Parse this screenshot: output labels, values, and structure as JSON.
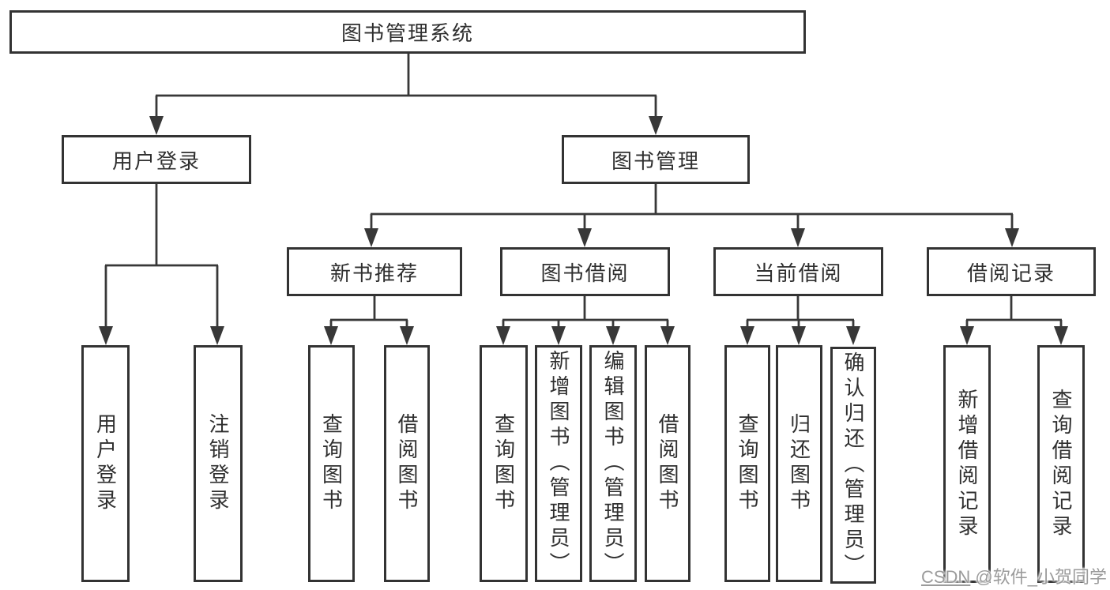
{
  "diagram": {
    "root": {
      "label": "图书管理系统"
    },
    "level2": [
      {
        "label": "用户登录"
      },
      {
        "label": "图书管理"
      }
    ],
    "level3": [
      {
        "label": "新书推荐"
      },
      {
        "label": "图书借阅"
      },
      {
        "label": "当前借阅"
      },
      {
        "label": "借阅记录"
      }
    ],
    "leaves": {
      "user_login": [
        "用户登录",
        "注销登录"
      ],
      "new_book": [
        "查询图书",
        "借阅图书"
      ],
      "book_borrow": [
        "查询图书",
        "新增图书（管理员）",
        "编辑图书（管理员）",
        "借阅图书"
      ],
      "current_borrow": [
        "查询图书",
        "归还图书",
        "确认归还（管理员）"
      ],
      "borrow_record": [
        "新增借阅记录",
        "查询借阅记录"
      ]
    }
  },
  "watermark": {
    "brand": "CSDN",
    "handle": " @软件_小贺同学"
  },
  "colors": {
    "line": "#383838",
    "box_border": "#333333",
    "text": "#2f2f2f",
    "watermark": "#9b9b9b",
    "background": "#ffffff"
  }
}
